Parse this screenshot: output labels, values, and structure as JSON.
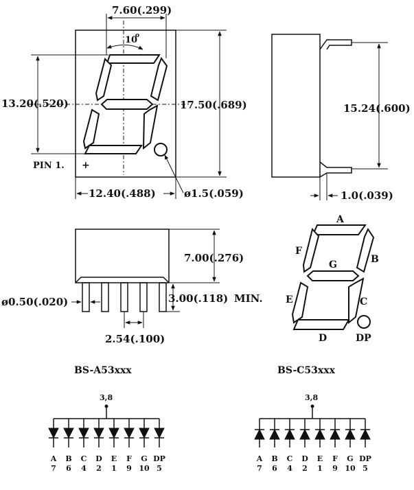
{
  "front_view": {
    "dim_width_top": "7.60(.299)",
    "dim_angle": "10",
    "dim_digit_height": "13.20(.520)",
    "dim_body_height": "17.50(.689)",
    "pin1_label": "PIN 1.",
    "pin1_mark": "+",
    "dim_body_width": "12.40(.488)",
    "dim_dp_diameter": "ø1.5(.059)"
  },
  "side_view": {
    "dim_pin_spacing_vertical": "15.24(.600)",
    "dim_thickness": "1.0(.039)"
  },
  "bottom_view": {
    "dim_body_depth": "7.00(.276)",
    "dim_pin_length": "3.00(.118)",
    "dim_pin_length_suffix": "MIN.",
    "dim_pin_diameter": "ø0.50(.020)",
    "dim_pin_pitch": "2.54(.100)"
  },
  "segment_legend": {
    "labels": [
      "A",
      "B",
      "C",
      "D",
      "E",
      "F",
      "G",
      "DP"
    ]
  },
  "part_numbers": {
    "anode": "BS-A53xxx",
    "cathode": "BS-C53xxx"
  },
  "circuit_left": {
    "common_pins": "3,8",
    "segments": [
      "A",
      "B",
      "C",
      "D",
      "E",
      "F",
      "G",
      "DP"
    ],
    "pins": [
      "7",
      "6",
      "4",
      "2",
      "1",
      "9",
      "10",
      "5"
    ]
  },
  "circuit_right": {
    "common_pins": "3,8",
    "segments": [
      "A",
      "B",
      "C",
      "D",
      "E",
      "F",
      "G",
      "DP"
    ],
    "pins": [
      "7",
      "6",
      "4",
      "2",
      "1",
      "9",
      "10",
      "5"
    ]
  }
}
